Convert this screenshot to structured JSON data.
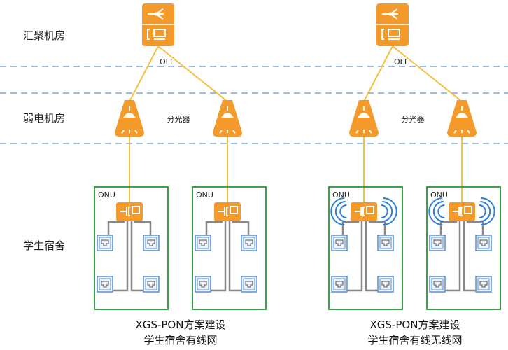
{
  "zones": [
    "汇聚机房",
    "弱电机房",
    "学生宿舍"
  ],
  "olt_label": "OLT",
  "splitter_label": "分光器",
  "onu_label": "ONU",
  "solutions": [
    {
      "caption1": "XGS-PON方案建设",
      "caption2": "学生宿舍有线网",
      "wireless": false
    },
    {
      "caption1": "XGS-PON方案建设",
      "caption2": "学生宿舍有线无线网",
      "wireless": true
    }
  ],
  "colors": {
    "device": "#f39a2b",
    "fiber": "#f5c040",
    "onu_border": "#3aa34a",
    "dash": "#7fa6d3",
    "cable": "#888888",
    "socket": "#5b8fd0",
    "wifi": "#2f7fd6"
  }
}
